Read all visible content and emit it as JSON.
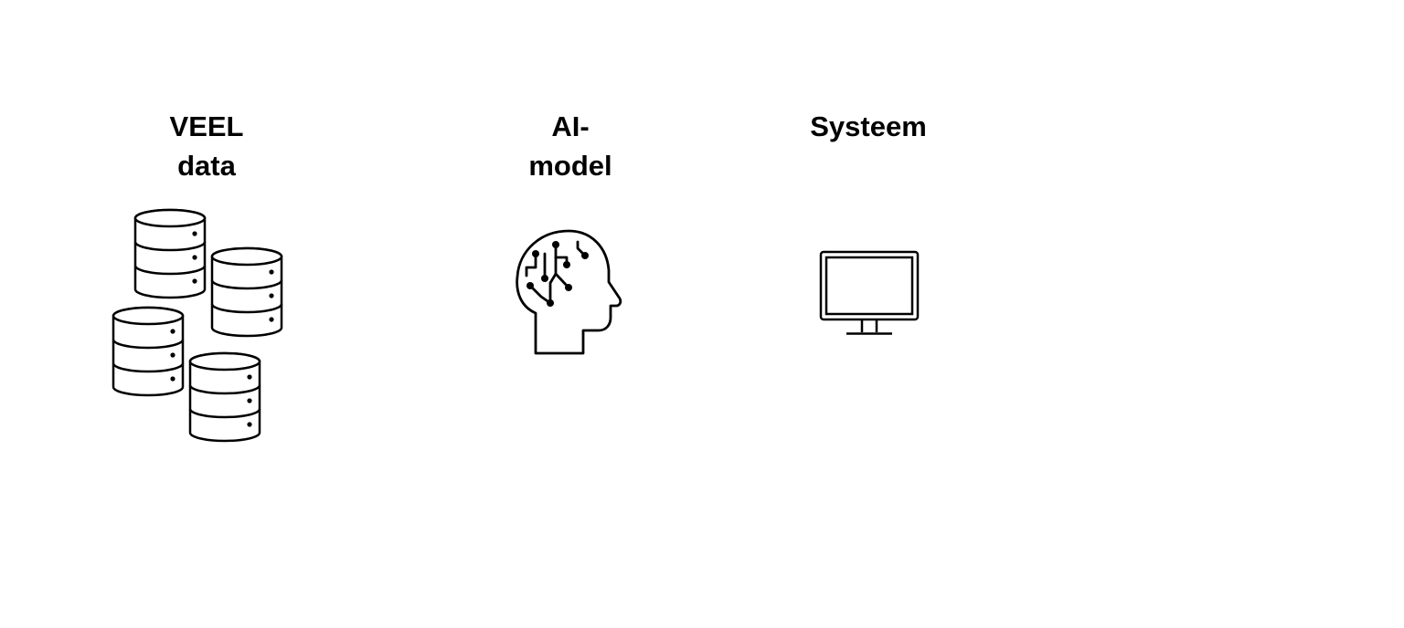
{
  "diagram": {
    "stages": [
      {
        "id": "data",
        "label_lines": [
          "VEEL",
          "data"
        ],
        "icon": "database-stack-icon"
      },
      {
        "id": "model",
        "label_lines": [
          "AI-",
          "model"
        ],
        "icon": "ai-brain-circuit-icon"
      },
      {
        "id": "system",
        "label_lines": [
          "Systeem"
        ],
        "icon": "monitor-icon"
      }
    ],
    "colors": {
      "background": "#ffffff",
      "ink": "#000000"
    }
  }
}
